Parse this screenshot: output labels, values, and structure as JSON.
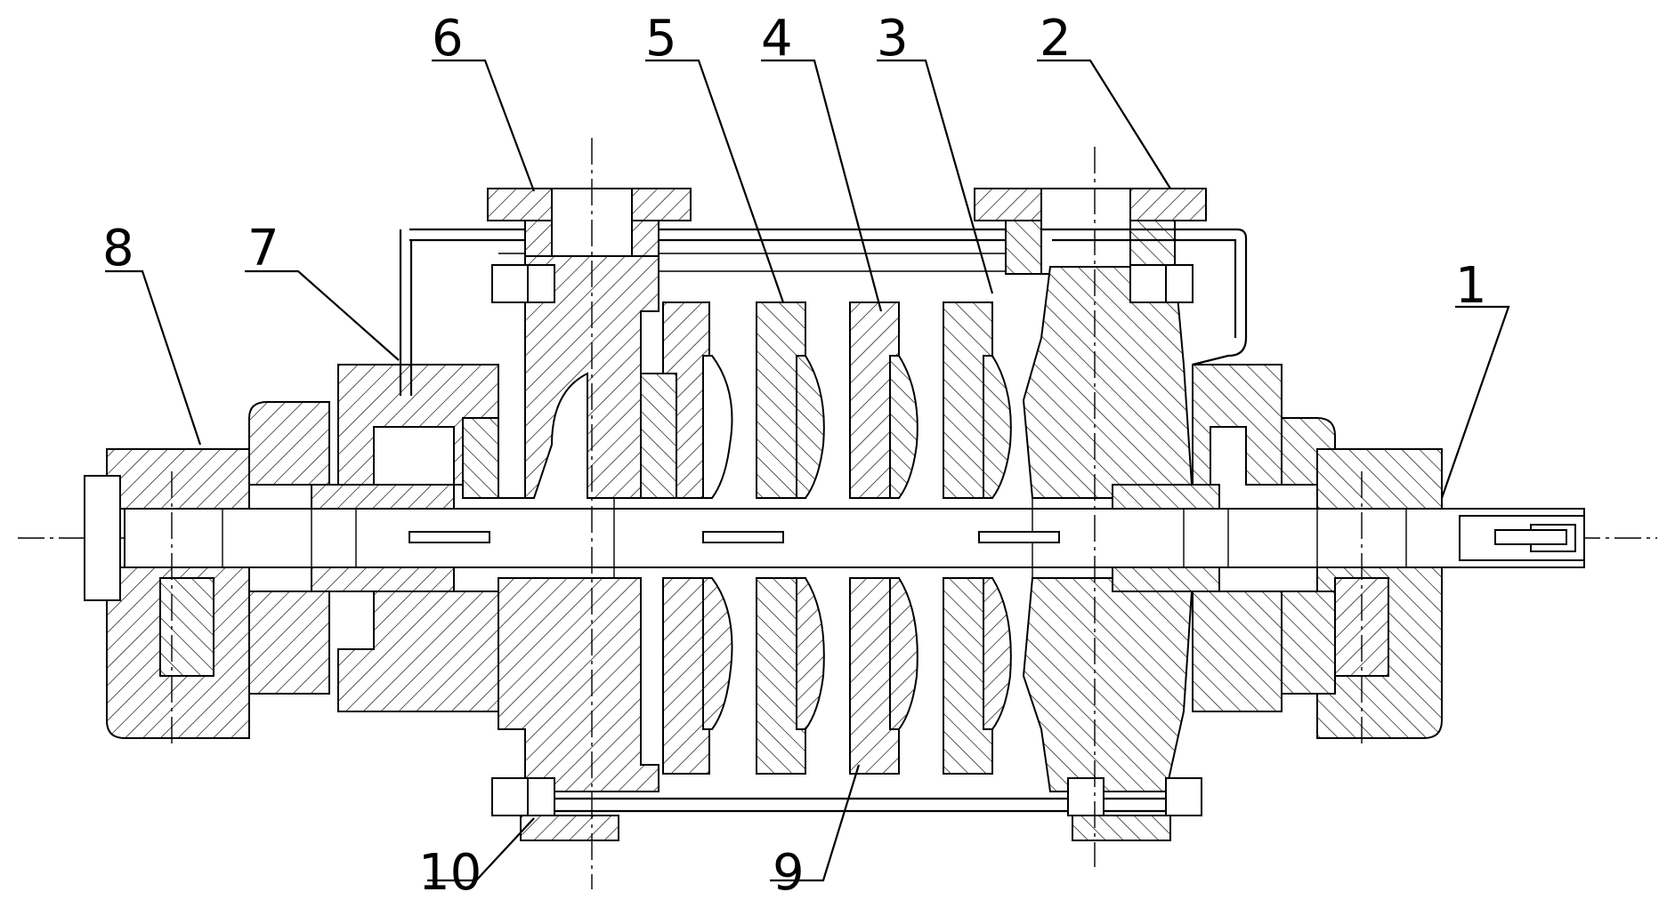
{
  "diagram": {
    "labels": [
      {
        "id": "label-1",
        "text": "1"
      },
      {
        "id": "label-2",
        "text": "2"
      },
      {
        "id": "label-3",
        "text": "3"
      },
      {
        "id": "label-4",
        "text": "4"
      },
      {
        "id": "label-5",
        "text": "5"
      },
      {
        "id": "label-6",
        "text": "6"
      },
      {
        "id": "label-7",
        "text": "7"
      },
      {
        "id": "label-8",
        "text": "8"
      },
      {
        "id": "label-9",
        "text": "9"
      },
      {
        "id": "label-10",
        "text": "10"
      }
    ]
  }
}
